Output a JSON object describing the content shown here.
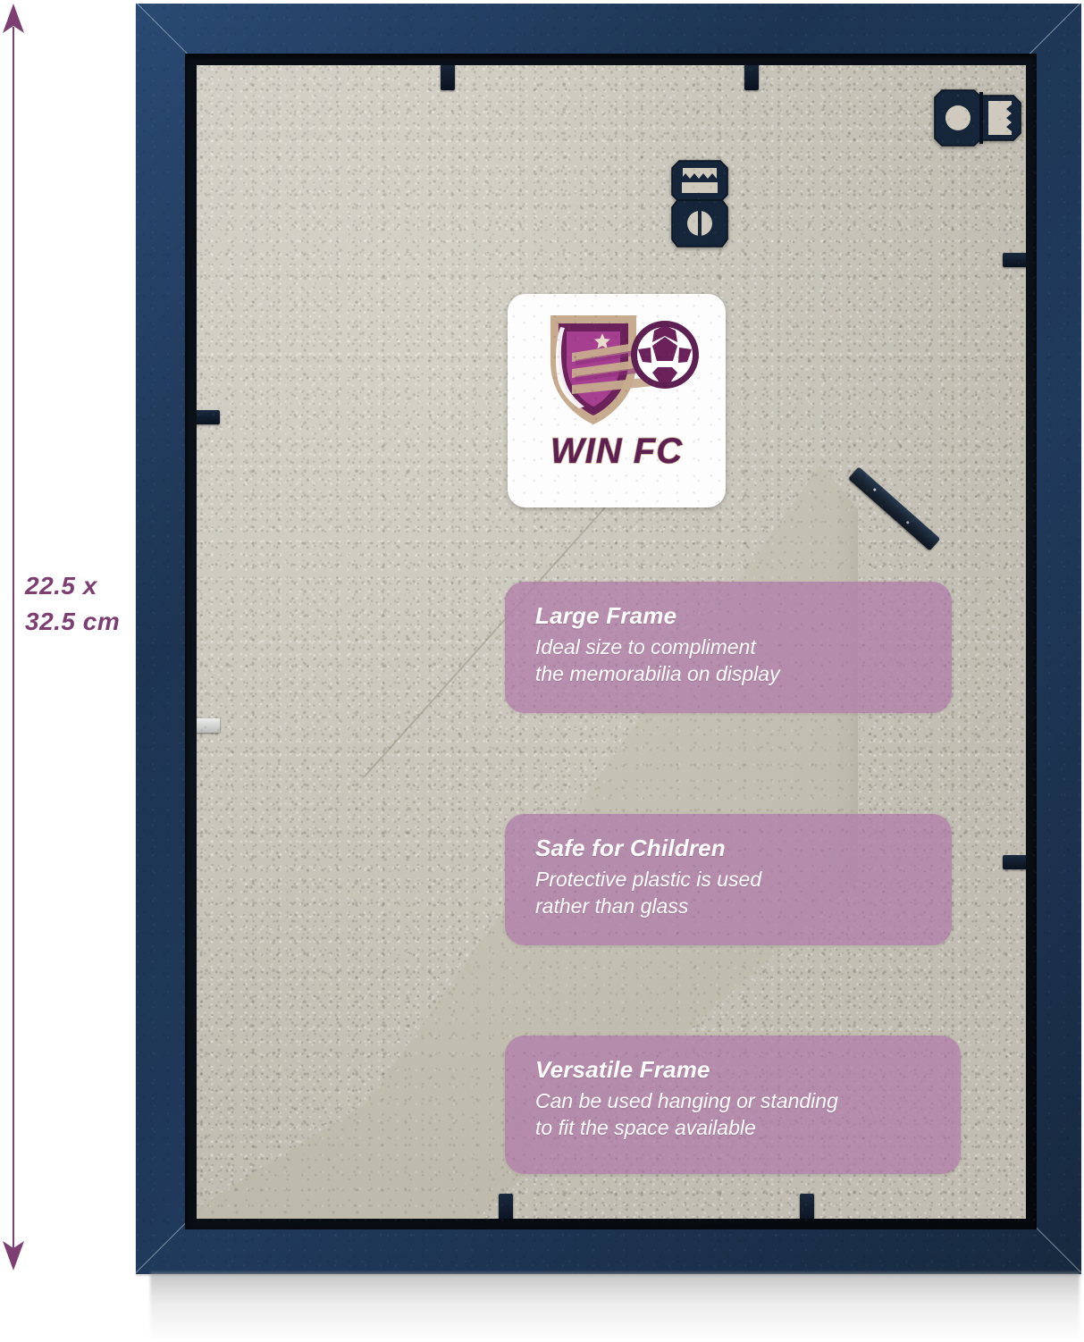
{
  "dimension": {
    "label": "22.5 x\n32.5 cm",
    "accent_color": "#7d3f72",
    "arrow_up_name": "up-arrow",
    "arrow_down_name": "down-arrow"
  },
  "product": {
    "frame_color": "#1d3553",
    "backing_color": "#cdc9bd",
    "callout_color": "#b180aa"
  },
  "logo": {
    "wordmark": "WIN FC",
    "crest_gold": "#c6ab8e",
    "crest_purple_dark": "#5e1f52",
    "crest_purple": "#8e2d7c",
    "crest_purple_light": "#a63f90",
    "star": "star-icon",
    "ball": "soccer-ball-icon"
  },
  "features": [
    {
      "title": "Large Frame",
      "body": "Ideal size to compliment\nthe memorabilia on display"
    },
    {
      "title": "Safe for Children",
      "body": "Protective plastic is used\nrather than glass"
    },
    {
      "title": "Versatile Frame",
      "body": "Can be used hanging or standing\nto fit the space available"
    }
  ],
  "hardware": {
    "hanger_top": "sawtooth-hanger",
    "hanger_side": "sawtooth-hanger",
    "tabs": "retaining-tab",
    "easel": "easel-stand-flap"
  }
}
